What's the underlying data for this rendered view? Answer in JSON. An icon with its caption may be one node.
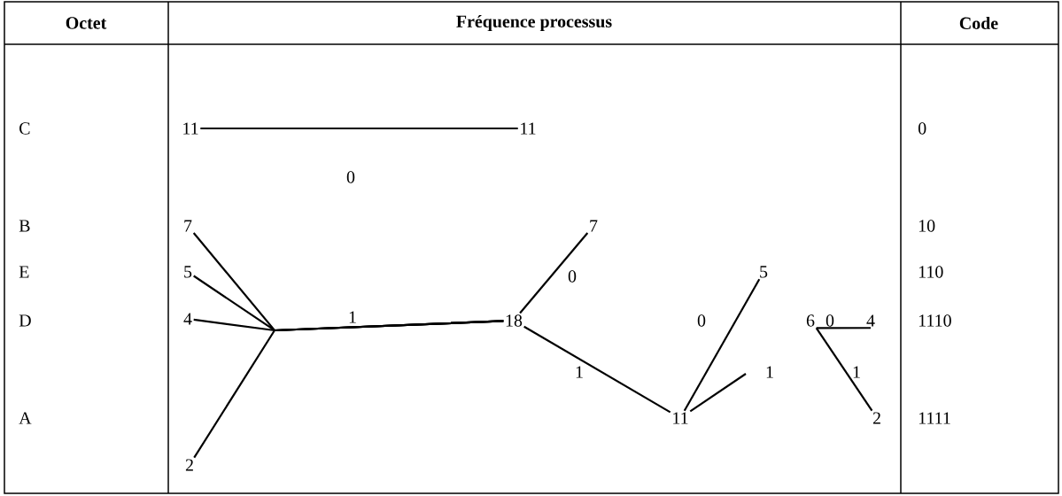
{
  "diagram": {
    "nodes": [
      {
        "text": [
          "11"
        ]
      },
      {
        "text": [
          "11"
        ]
      },
      {
        "text": [
          "7"
        ]
      },
      {
        "text": [
          "5"
        ]
      },
      {
        "text": [
          "4"
        ]
      },
      {
        "text": [
          "2"
        ]
      },
      {
        "text": [
          "18"
        ]
      },
      {
        "text": [
          "7"
        ]
      },
      {
        "text": [
          "5"
        ]
      },
      {
        "text": [
          "11"
        ]
      },
      {
        "text": [
          "6"
        ]
      },
      {
        "text": [
          "4"
        ]
      },
      {
        "text": [
          "2"
        ]
      }
    ],
    "edges": [
      {
        "from": 0,
        "to": 1,
        "arrow": "none"
      },
      {
        "from": 2,
        "to": 6,
        "arrow": "none"
      },
      {
        "from": 3,
        "to": 6,
        "arrow": "none"
      },
      {
        "from": 4,
        "to": 6,
        "arrow": "none"
      },
      {
        "from": 5,
        "to": 6,
        "arrow": "none"
      },
      {
        "from": 6,
        "to": 7,
        "arrow": "none"
      },
      {
        "from": 6,
        "to": 9,
        "arrow": "none"
      },
      {
        "from": 9,
        "to": 8,
        "arrow": "none"
      },
      {
        "from": 9,
        "to": null,
        "arrow": "none"
      },
      {
        "from": 10,
        "to": 11,
        "arrow": "none"
      },
      {
        "from": 10,
        "to": 12,
        "arrow": "none"
      }
    ],
    "labels": [
      "Octet",
      "Fréquence processus",
      "Code",
      "C",
      "0",
      "B",
      "10",
      "E",
      "110",
      "D",
      "1110",
      "A",
      "1111",
      "0",
      "1",
      "0",
      "1",
      "0",
      "1",
      "0",
      "1"
    ]
  }
}
